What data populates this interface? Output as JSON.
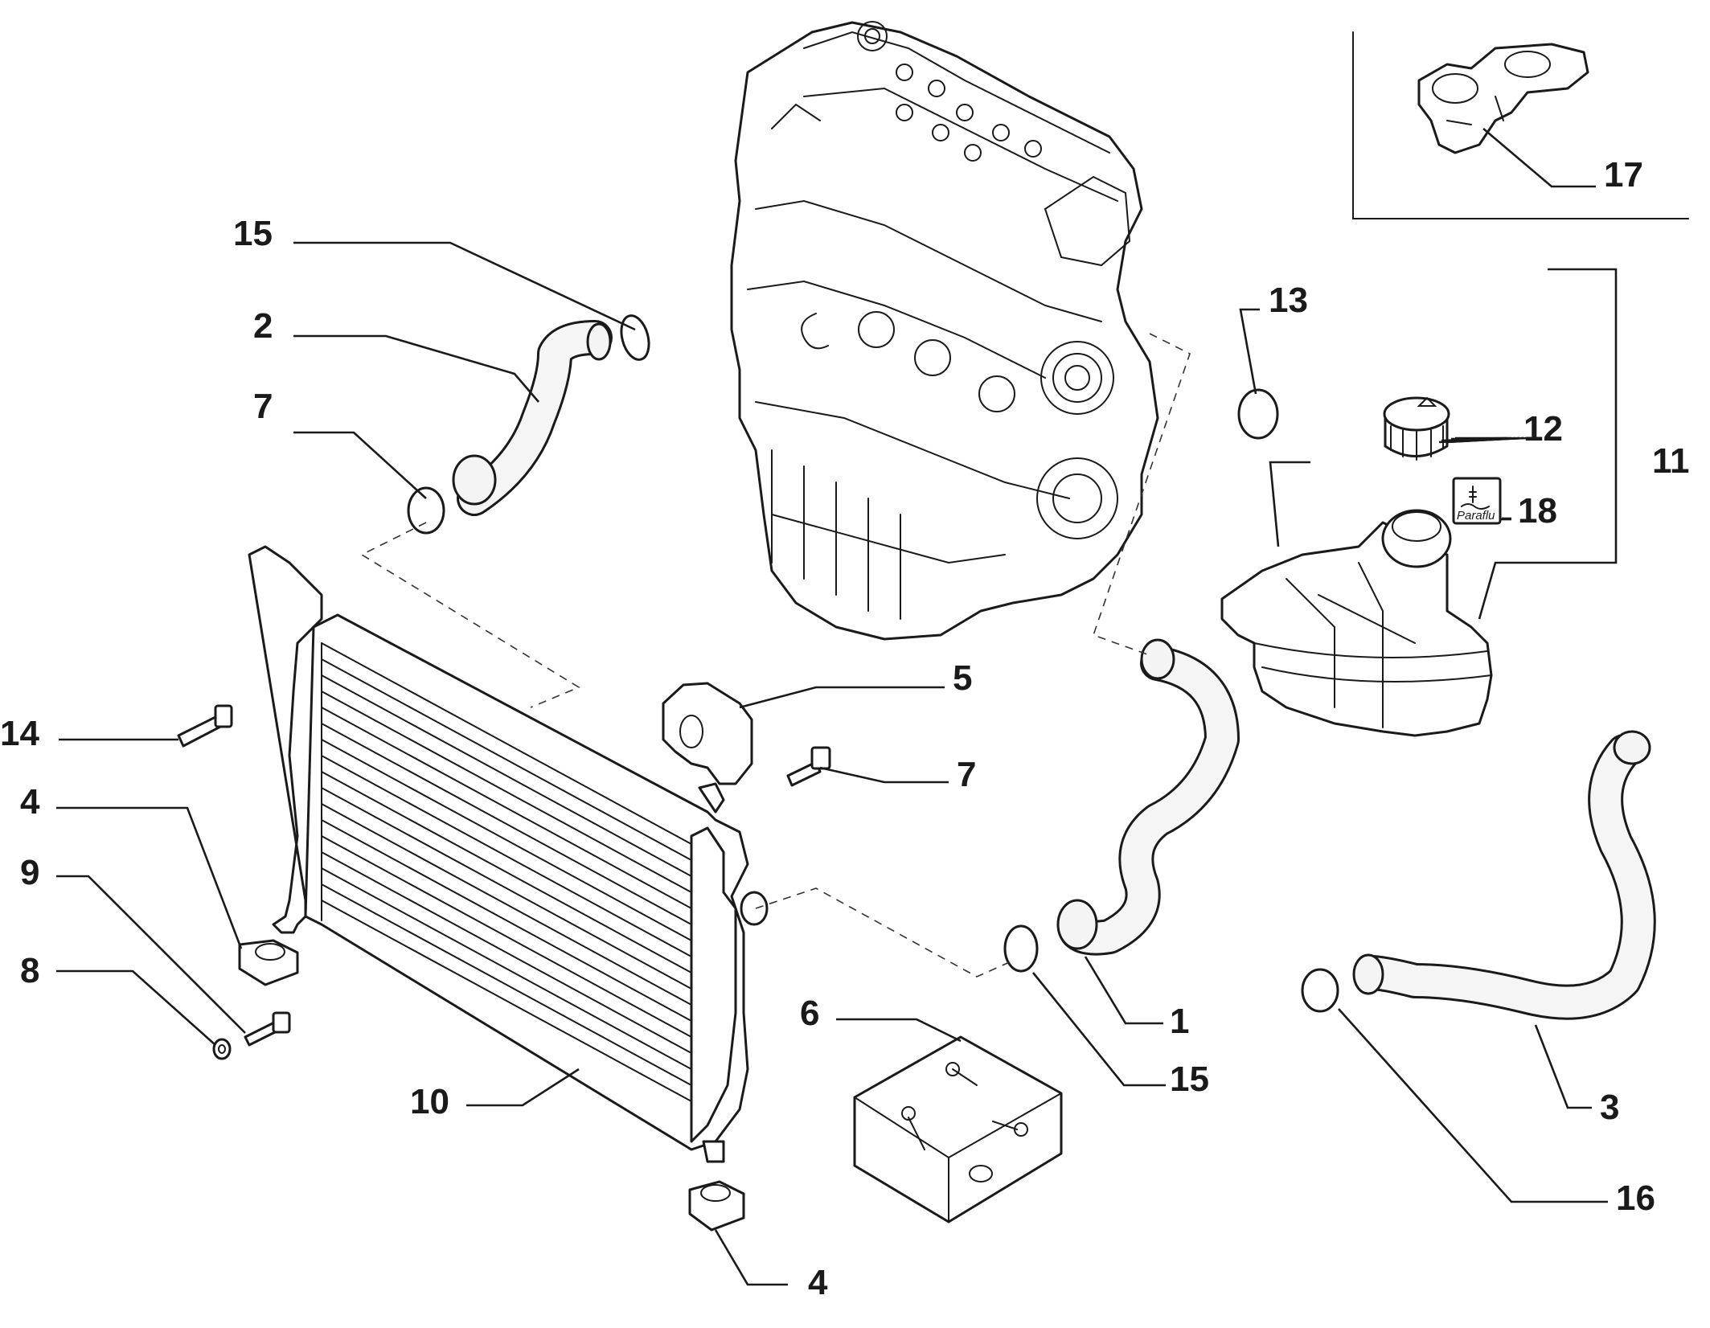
{
  "diagram": {
    "callouts": [
      {
        "id": "c1",
        "label": "1"
      },
      {
        "id": "c2",
        "label": "2"
      },
      {
        "id": "c3",
        "label": "3"
      },
      {
        "id": "c4a",
        "label": "4"
      },
      {
        "id": "c4b",
        "label": "4"
      },
      {
        "id": "c5",
        "label": "5"
      },
      {
        "id": "c6",
        "label": "6"
      },
      {
        "id": "c7a",
        "label": "7"
      },
      {
        "id": "c7b",
        "label": "7"
      },
      {
        "id": "c8",
        "label": "8"
      },
      {
        "id": "c9",
        "label": "9"
      },
      {
        "id": "c10",
        "label": "10"
      },
      {
        "id": "c11",
        "label": "11"
      },
      {
        "id": "c12",
        "label": "12"
      },
      {
        "id": "c13",
        "label": "13"
      },
      {
        "id": "c14",
        "label": "14"
      },
      {
        "id": "c15a",
        "label": "15"
      },
      {
        "id": "c15b",
        "label": "15"
      },
      {
        "id": "c16",
        "label": "16"
      },
      {
        "id": "c17",
        "label": "17"
      },
      {
        "id": "c18",
        "label": "18"
      }
    ],
    "sticker_text": "Paraflu"
  }
}
